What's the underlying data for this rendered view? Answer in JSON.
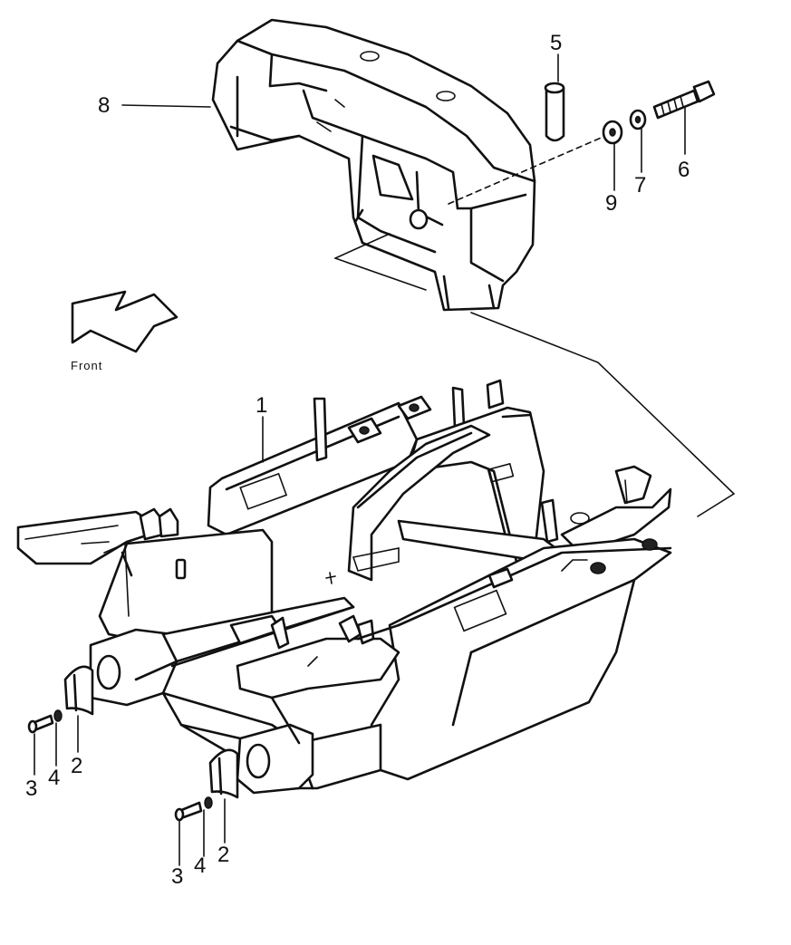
{
  "arrow_label": "Front",
  "callouts": [
    {
      "id": "c1",
      "text": "1"
    },
    {
      "id": "c2a",
      "text": "2"
    },
    {
      "id": "c2b",
      "text": "2"
    },
    {
      "id": "c3a",
      "text": "3"
    },
    {
      "id": "c3b",
      "text": "3"
    },
    {
      "id": "c4a",
      "text": "4"
    },
    {
      "id": "c4b",
      "text": "4"
    },
    {
      "id": "c5",
      "text": "5"
    },
    {
      "id": "c6",
      "text": "6"
    },
    {
      "id": "c7",
      "text": "7"
    },
    {
      "id": "c8",
      "text": "8"
    },
    {
      "id": "c9",
      "text": "9"
    }
  ]
}
